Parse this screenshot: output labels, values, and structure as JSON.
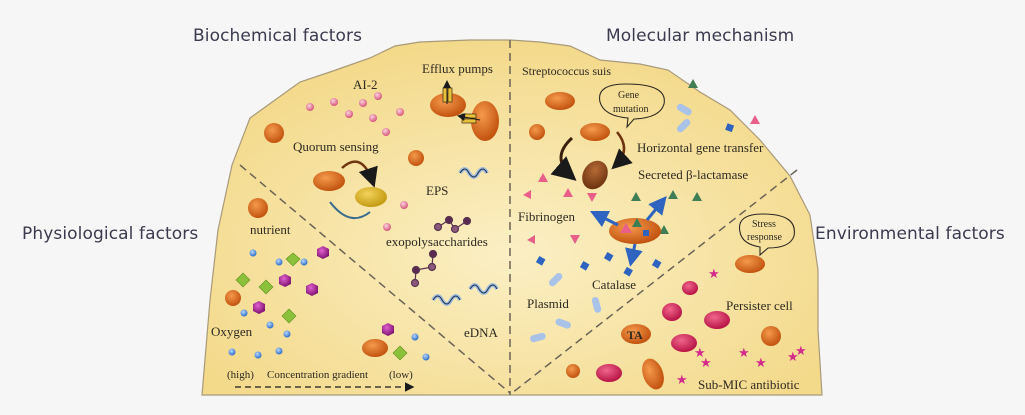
{
  "headings": {
    "biochemical": "Biochemical factors",
    "molecular": "Molecular mechanism",
    "physiological": "Physiological factors",
    "environmental": "Environmental factors"
  },
  "colors": {
    "background": "#f6f6f7",
    "heading_text": "#3b3a4f",
    "biofilm_fill": "#f5dd95",
    "bacterium": "#d9621c",
    "persister": "#d42a5a",
    "ai2": "#e07b95",
    "oxygen": "#3d7fd6",
    "nutrient_purple": "#a0208e",
    "nutrient_green": "#8bc13a",
    "lactamase": "#3f7d55",
    "fibrinogen": "#e8608a",
    "catalase": "#2f63c0",
    "plasmid": "#a8c2e8",
    "antibiotic": "#d42a8c"
  },
  "quadrants": {
    "biochemical": {
      "labels": [
        "AI-2",
        "Efflux pumps",
        "Quorum sensing",
        "EPS",
        "exopolysaccharides",
        "eDNA"
      ]
    },
    "molecular": {
      "labels": [
        "Streptococcus suis",
        "Gene mutation",
        "Horizontal gene transfer",
        "Secreted β-lactamase",
        "Fibrinogen",
        "Catalase",
        "Plasmid"
      ],
      "callout": [
        "Gene",
        "mutation"
      ]
    },
    "physiological": {
      "labels": [
        "nutrient",
        "Oxygen",
        "(high)",
        "Concentration gradient",
        "(low)"
      ]
    },
    "environmental": {
      "labels": [
        "Stress response",
        "Persister cell",
        "TA",
        "Sub-MIC antibiotic"
      ],
      "callout": [
        "Stress",
        "response"
      ]
    }
  },
  "text": {
    "ai2": "AI-2",
    "efflux": "Efflux pumps",
    "quorum": "Quorum sensing",
    "eps": "EPS",
    "exopoly": "exopolysaccharides",
    "edna": "eDNA",
    "strep": "Streptococcus suis",
    "gene1": "Gene",
    "gene2": "mutation",
    "hgt": "Horizontal gene transfer",
    "lactamase": "Secreted β-lactamase",
    "fibrinogen": "Fibrinogen",
    "catalase": "Catalase",
    "plasmid": "Plasmid",
    "nutrient": "nutrient",
    "oxygen": "Oxygen",
    "high": "(high)",
    "gradient": "Concentration gradient",
    "low": "(low)",
    "stress1": "Stress",
    "stress2": "response",
    "persister": "Persister cell",
    "ta": "TA",
    "submic": "Sub-MIC antibiotic"
  }
}
